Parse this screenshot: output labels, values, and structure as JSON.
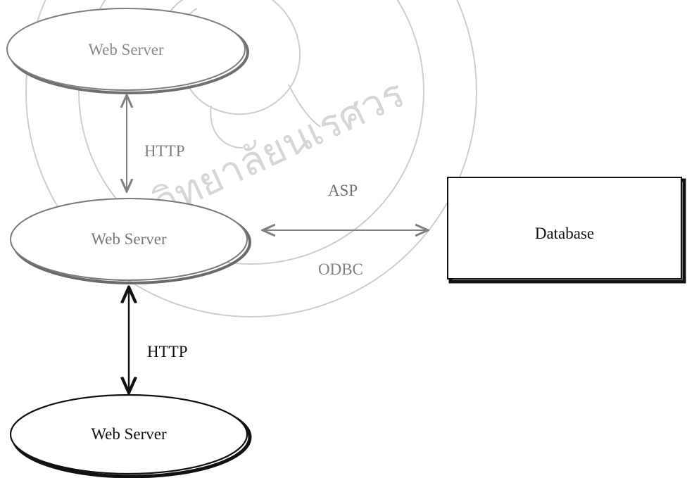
{
  "watermark": {
    "kind": "university-seal",
    "text": "มหาวิทยาลัยนเรศวร",
    "color": "#c9c9c9"
  },
  "nodes": {
    "top_server": {
      "label": "Web Server",
      "color": "#8a8a8a"
    },
    "middle_server": {
      "label": "Web Server",
      "color": "#7a7a7a"
    },
    "bottom_server": {
      "label": "Web Server",
      "color": "#111111"
    },
    "database": {
      "label": "Database",
      "color": "#111111"
    }
  },
  "edges": {
    "top_http": {
      "label": "HTTP",
      "from": "top_server",
      "to": "middle_server",
      "color": "#808080"
    },
    "bottom_http": {
      "label": "HTTP",
      "from": "middle_server",
      "to": "bottom_server",
      "color": "#111111"
    },
    "db_link": {
      "label_top": "ASP",
      "label_bottom": "ODBC",
      "from": "middle_server",
      "to": "database",
      "color": "#808080"
    }
  }
}
